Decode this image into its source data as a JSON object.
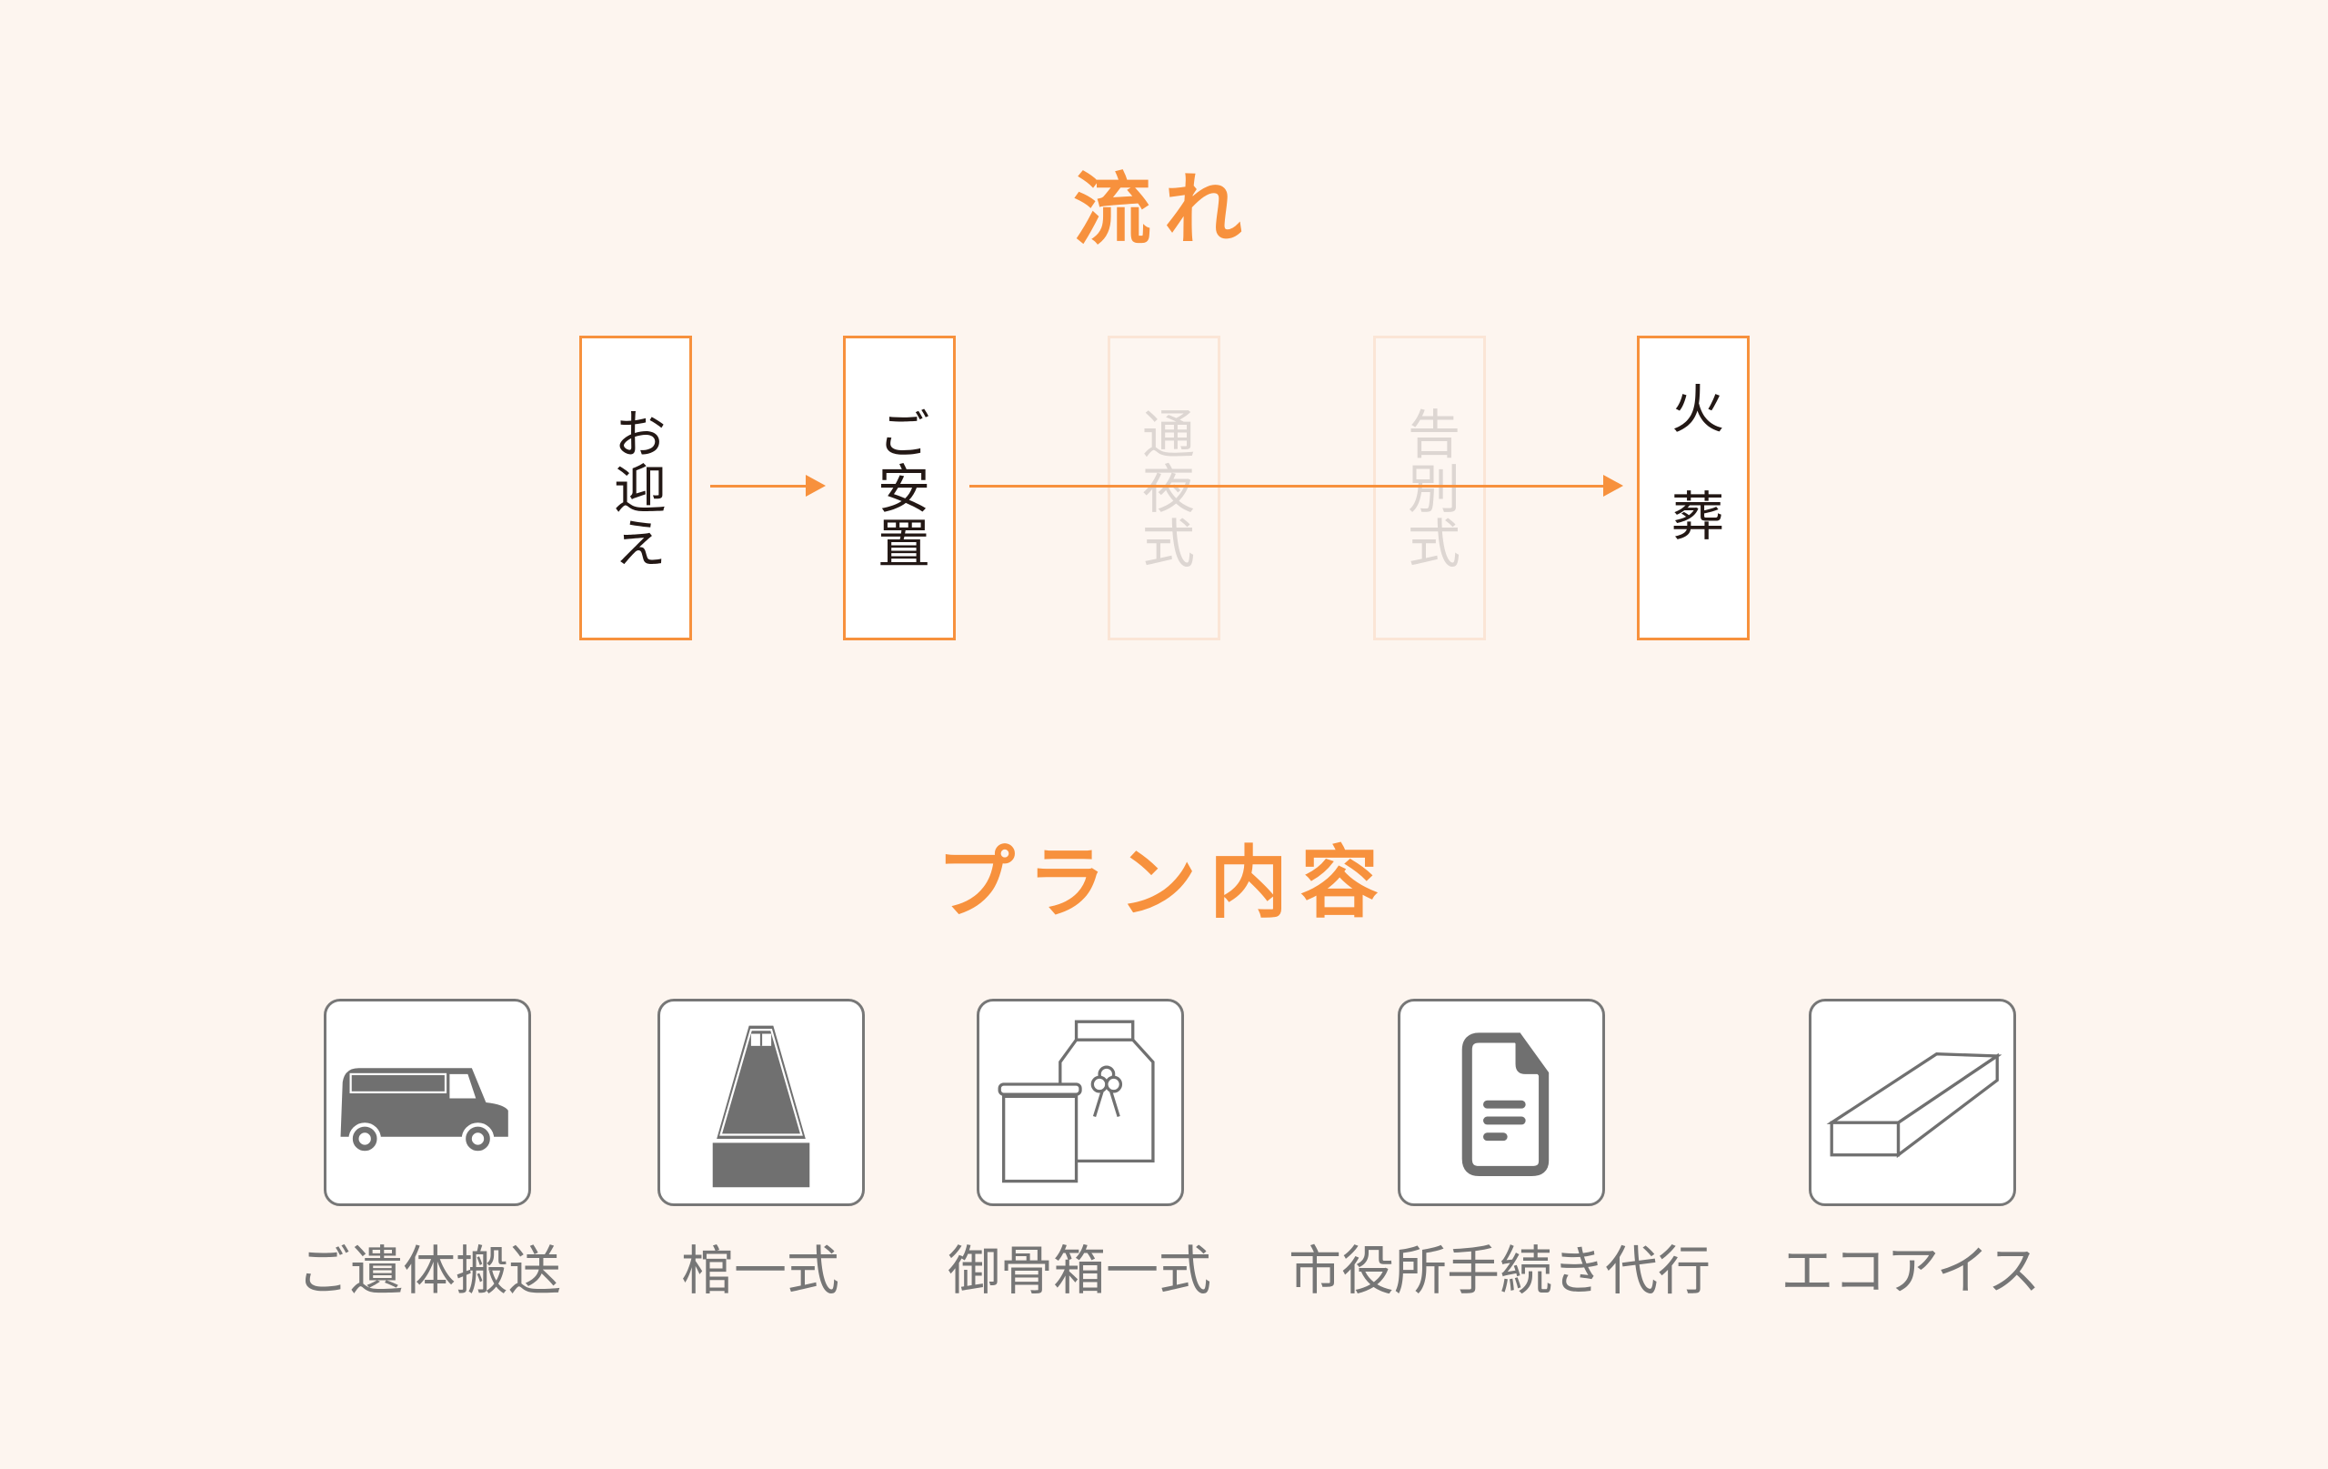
{
  "flow": {
    "title": "流れ",
    "steps": [
      {
        "label": "お迎え",
        "active": true
      },
      {
        "label": "ご安置",
        "active": true
      },
      {
        "label": "通夜式",
        "active": false
      },
      {
        "label": "告別式",
        "active": false
      },
      {
        "label": "火葬",
        "active": true
      }
    ]
  },
  "plan": {
    "title": "プラン内容",
    "items": [
      {
        "label": "ご遺体搬送",
        "icon": "van-icon"
      },
      {
        "label": "棺一式",
        "icon": "coffin-icon"
      },
      {
        "label": "御骨箱一式",
        "icon": "urn-box-icon"
      },
      {
        "label": "市役所手続き代行",
        "icon": "document-icon"
      },
      {
        "label": "エコアイス",
        "icon": "dry-ice-icon"
      }
    ]
  },
  "colors": {
    "accent": "#f7913d",
    "background": "#fdf5ef",
    "icon": "#707070"
  }
}
